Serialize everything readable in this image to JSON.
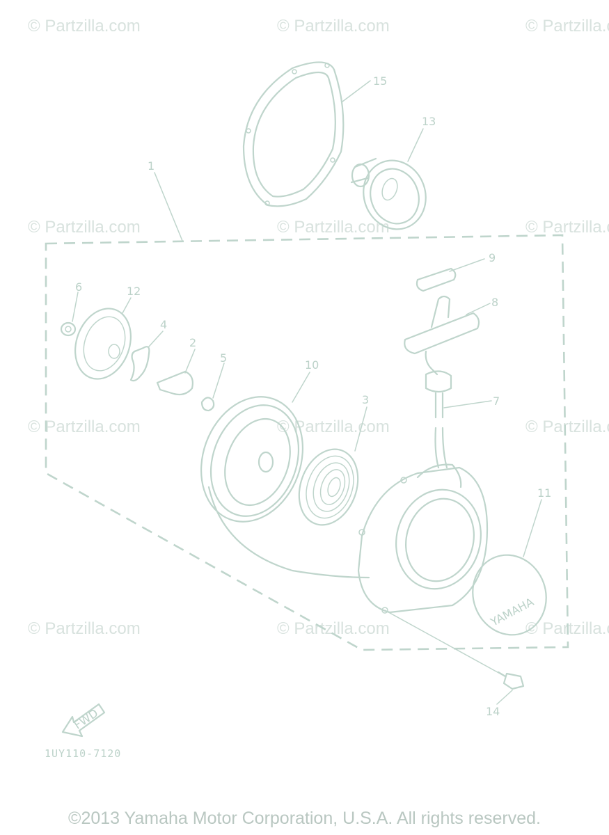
{
  "watermark": "© Partzilla.com",
  "callouts": [
    "1",
    "2",
    "3",
    "4",
    "5",
    "6",
    "7",
    "8",
    "9",
    "10",
    "11",
    "12",
    "13",
    "14",
    "15"
  ],
  "logo_text": "YAMAHA",
  "arrow_text": "FWD",
  "part_code": "1UY110-7120",
  "copyright": "©2013 Yamaha Motor Corporation, U.S.A. All rights reserved.",
  "colors": {
    "line": "#bfd5cc",
    "watermark": "#d8e2de",
    "copyright": "#b9c7c1"
  }
}
